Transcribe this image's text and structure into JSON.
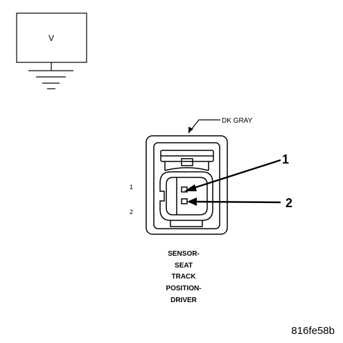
{
  "voltage_symbol": {
    "label": "V"
  },
  "connector": {
    "color_label": "DK GRAY",
    "pin_labels": [
      "1",
      "2"
    ],
    "callouts": [
      "1",
      "2"
    ],
    "name_lines": [
      "SENSOR-",
      "SEAT",
      "TRACK",
      "POSITION-",
      "DRIVER"
    ]
  },
  "figure_id": "816fe58b"
}
